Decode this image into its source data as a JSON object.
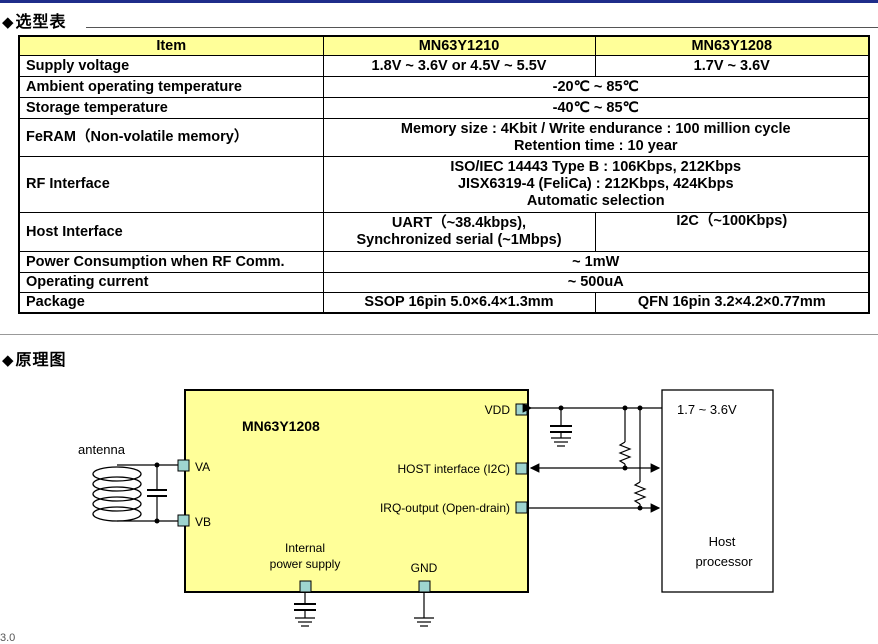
{
  "sections": {
    "selection_title": "选型表",
    "schematic_title": "原理图",
    "bullet": "◆"
  },
  "table": {
    "headers": [
      "Item",
      "MN63Y1210",
      "MN63Y1208"
    ],
    "rows": {
      "supply": {
        "label": "Supply voltage",
        "mn1210": "1.8V ~ 3.6V or 4.5V ~ 5.5V",
        "mn1208": "1.7V ~ 3.6V"
      },
      "ambient": {
        "label": "Ambient operating temperature",
        "value": "-20℃ ~ 85℃"
      },
      "storage": {
        "label": "Storage temperature",
        "value": "-40℃ ~ 85℃"
      },
      "feram": {
        "label": "FeRAM（Non-volatile memory）",
        "line1": "Memory size : 4Kbit / Write endurance : 100 million cycle",
        "line2": "Retention time : 10 year"
      },
      "rf": {
        "label": "RF Interface",
        "line1": "ISO/IEC 14443 Type B : 106Kbps, 212Kbps",
        "line2": "JISX6319-4 (FeliCa) : 212Kbps, 424Kbps",
        "line3": "Automatic selection"
      },
      "host": {
        "label": "Host Interface",
        "mn1210_line1": "UART（~38.4kbps),",
        "mn1210_line2": "Synchronized serial (~1Mbps)",
        "mn1208": "I2C（~100Kbps)"
      },
      "power": {
        "label": "Power Consumption when RF Comm.",
        "value": "~ 1mW"
      },
      "current": {
        "label": "Operating current",
        "value": "~ 500uA"
      },
      "package": {
        "label": "Package",
        "mn1210": "SSOP 16pin 5.0×6.4×1.3mm",
        "mn1208": "QFN 16pin 3.2×4.2×0.77mm"
      }
    }
  },
  "schematic": {
    "chip_name": "MN63Y1208",
    "antenna_label": "antenna",
    "pins": {
      "va": "VA",
      "vb": "VB",
      "vdd": "VDD",
      "host_if": "HOST interface (I2C)",
      "irq": "IRQ-output (Open-drain)",
      "internal_line1": "Internal",
      "internal_line2": "power supply",
      "gnd": "GND"
    },
    "host": {
      "voltage": "1.7 ~ 3.6V",
      "line1": "Host",
      "line2": "processor"
    },
    "colors": {
      "chip_fill": "#ffff99",
      "pin_fill": "#9ed4cf"
    }
  },
  "edge_text": "3.0"
}
